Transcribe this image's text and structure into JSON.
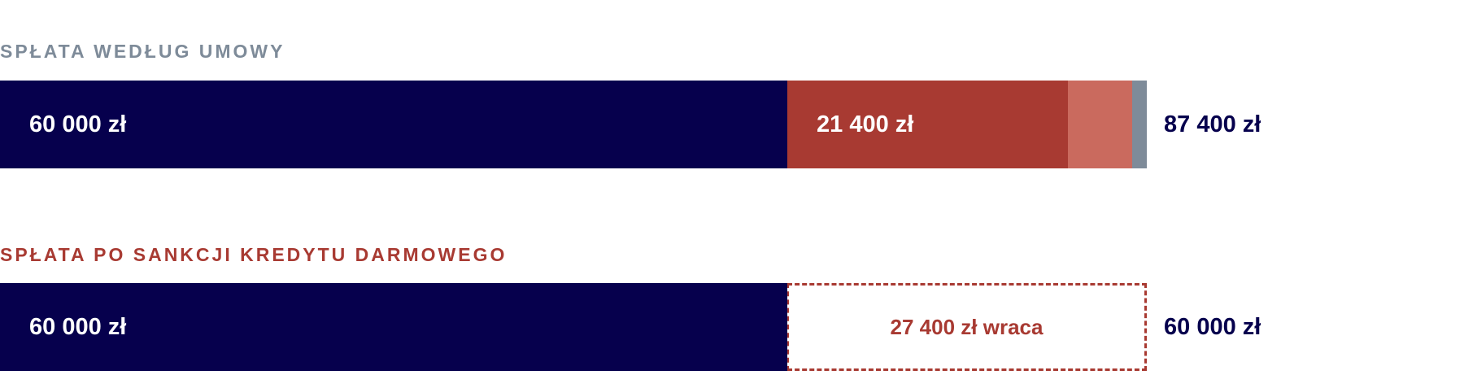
{
  "chart_data": {
    "type": "bar",
    "orientation": "horizontal",
    "stacked": true,
    "unit": "zł",
    "scale_max": 87400,
    "categories": [
      "SPŁATA WEDŁUG UMOWY",
      "SPŁATA PO SANKCJI KREDYTU DARMOWEGO"
    ],
    "bars": [
      {
        "title": "SPŁATA WEDŁUG UMOWY",
        "title_color": "#7e8b99",
        "total_label": "87 400 zł",
        "total": 87400,
        "segments": [
          {
            "value": 60000,
            "label": "60 000 zł",
            "color": "#06004d",
            "label_color": "#ffffff"
          },
          {
            "value": 21400,
            "label": "21 400 zł",
            "color": "#a83a32",
            "label_color": "#ffffff"
          },
          {
            "value": 4900,
            "label": "",
            "color": "#ca6a5e"
          },
          {
            "value": 1100,
            "label": "",
            "color": "#7e8b99"
          }
        ]
      },
      {
        "title": "SPŁATA PO SANKCJI KREDYTU DARMOWEGO",
        "title_color": "#a83a32",
        "total_label": "60 000 zł",
        "total": 60000,
        "segments": [
          {
            "value": 60000,
            "label": "60 000 zł",
            "color": "#06004d",
            "label_color": "#ffffff"
          }
        ],
        "returned": {
          "value": 27400,
          "label": "27 400 zł wraca",
          "color": "#a83a32"
        }
      }
    ],
    "total_label_color": "#06004d"
  }
}
